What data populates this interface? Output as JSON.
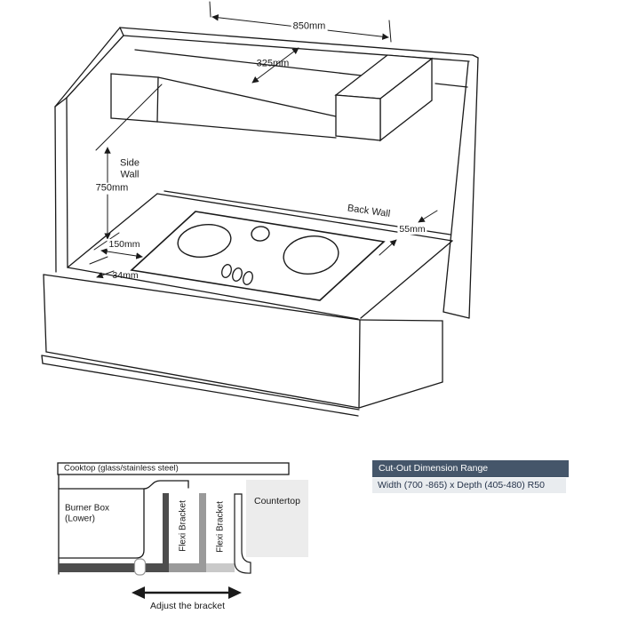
{
  "top_diagram": {
    "dims": {
      "width_850": "850mm",
      "depth_325": "325mm",
      "height_750": "750mm",
      "side_clearance_150": "150mm",
      "front_overhang_34": "34mm",
      "back_clearance_55": "55mm"
    },
    "labels": {
      "side_wall_line1": "Side",
      "side_wall_line2": "Wall",
      "back_wall": "Back Wall"
    }
  },
  "bottom_diagram": {
    "cooktop_label": "Cooktop (glass/stainless steel)",
    "burner_box_line1": "Burner Box",
    "burner_box_line2": "(Lower)",
    "flexi_bracket_1": "Flexi Bracket",
    "flexi_bracket_2": "Flexi Bracket",
    "countertop_label": "Countertop",
    "adjust_label": "Adjust the bracket"
  },
  "cutout_table": {
    "header": "Cut-Out Dimension Range",
    "row": "Width (700 -865) x Depth (405-480) R50"
  },
  "colors": {
    "line": "#1a1a1a",
    "table_header_bg": "#45566a",
    "table_header_text": "#ffffff",
    "table_row_bg": "#e9ecef",
    "table_row_text": "#25334a",
    "bracket_dark": "#4d4d4d",
    "bracket_medium": "#9a9a9a",
    "bracket_light": "#c9c9c9",
    "countertop_fill": "#ececec",
    "background": "#ffffff"
  }
}
